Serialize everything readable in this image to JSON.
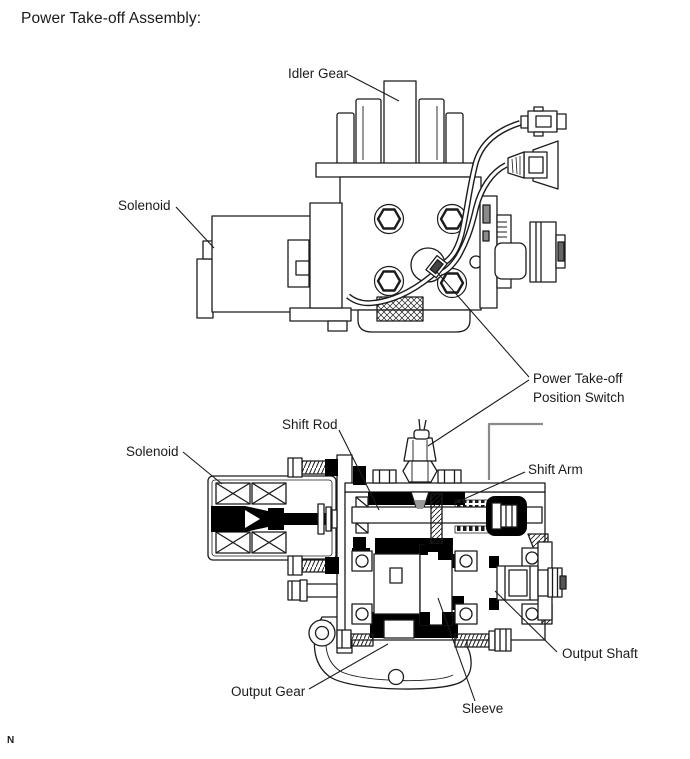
{
  "title": "Power Take-off Assembly:",
  "footnote": "N",
  "callouts": {
    "idler_gear": "Idler Gear",
    "solenoid_upper": "Solenoid",
    "position_switch_line1": "Power Take-off",
    "position_switch_line2": "Position Switch",
    "shift_rod": "Shift Rod",
    "solenoid_lower": "Solenoid",
    "shift_arm": "Shift Arm",
    "output_shaft": "Output Shaft",
    "output_gear": "Output Gear",
    "sleeve": "Sleeve"
  },
  "colors": {
    "line": "#1b1b1b",
    "background": "#ffffff",
    "section_fill": "#000000",
    "gray_accent": "#8a8a8a"
  }
}
